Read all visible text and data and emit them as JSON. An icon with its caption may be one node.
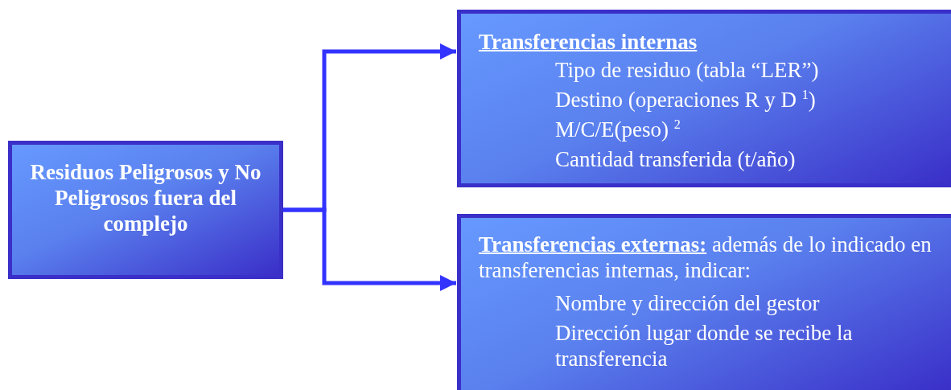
{
  "diagram": {
    "nodes": [
      {
        "text": [
          "Residuos Peligrosos y No Peligrosos fuera del complejo"
        ]
      },
      {
        "text": [
          "Transferencias internas",
          "Tipo de residuo (tabla “LER”)",
          "Destino (operaciones R y D $^{1}$)",
          "M/C/E(peso) $^{2}$",
          "Cantidad transferida (t/año)"
        ]
      },
      {
        "text": [
          "**Transferencias externas:** además de lo indicado en transferencias internas, indicar:",
          "Nombre y dirección del gestor",
          "Dirección lugar donde se recibe la transferencia"
        ]
      }
    ],
    "edges": [
      {
        "from": 0,
        "to": 1,
        "arrow": "to"
      },
      {
        "from": 0,
        "to": 2,
        "arrow": "to"
      }
    ]
  }
}
